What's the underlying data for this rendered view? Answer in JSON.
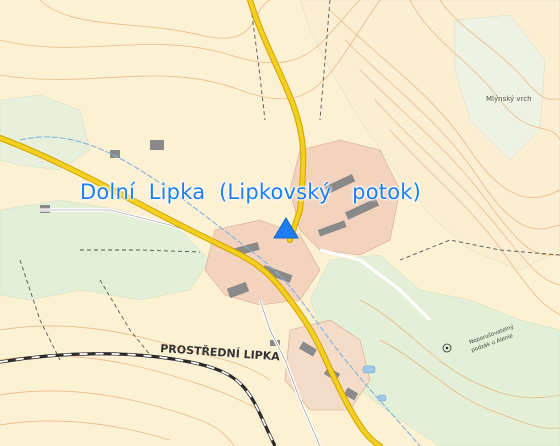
{
  "map": {
    "station_label": "Dolní  Lipka  (Lipkovský   potok)",
    "place_label": "PROSTŘEDNÍ LIPKA",
    "top_right_label": "Mlýnský vrch",
    "poi_label_line1": "Neporušovatelný",
    "poi_label_line2": "podzák u Alenie",
    "marker_color": "#1e7ef0",
    "colors": {
      "background": "#fdf1d4",
      "forest": "#e3efd6",
      "settlement": "#f3d3bd",
      "road_main": "#f2d020",
      "road_outline": "#d4a400",
      "river": "#7fb3de",
      "contour": "#e7b07a",
      "railway": "#2b2b2b"
    }
  }
}
